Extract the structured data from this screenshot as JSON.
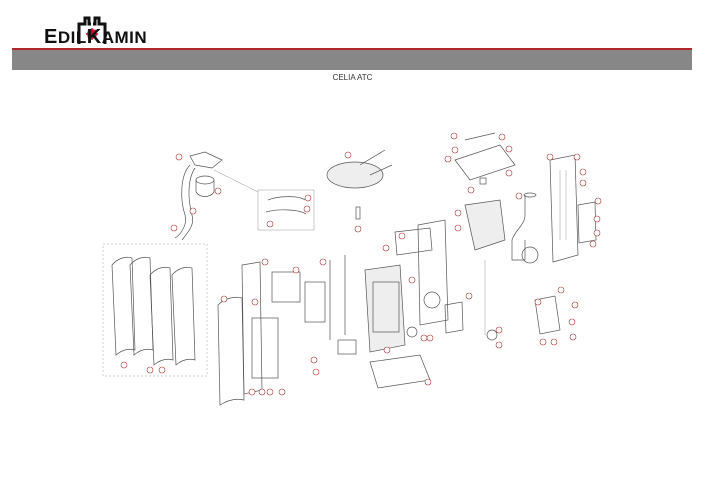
{
  "header": {
    "brand": "EDILKAMIN",
    "brand_parts": [
      "E",
      "DIL",
      "K",
      "AMIN"
    ],
    "accent_color": "#b0282c",
    "band_color": "#878787"
  },
  "page": {
    "title": "CELIA ATC"
  }
}
